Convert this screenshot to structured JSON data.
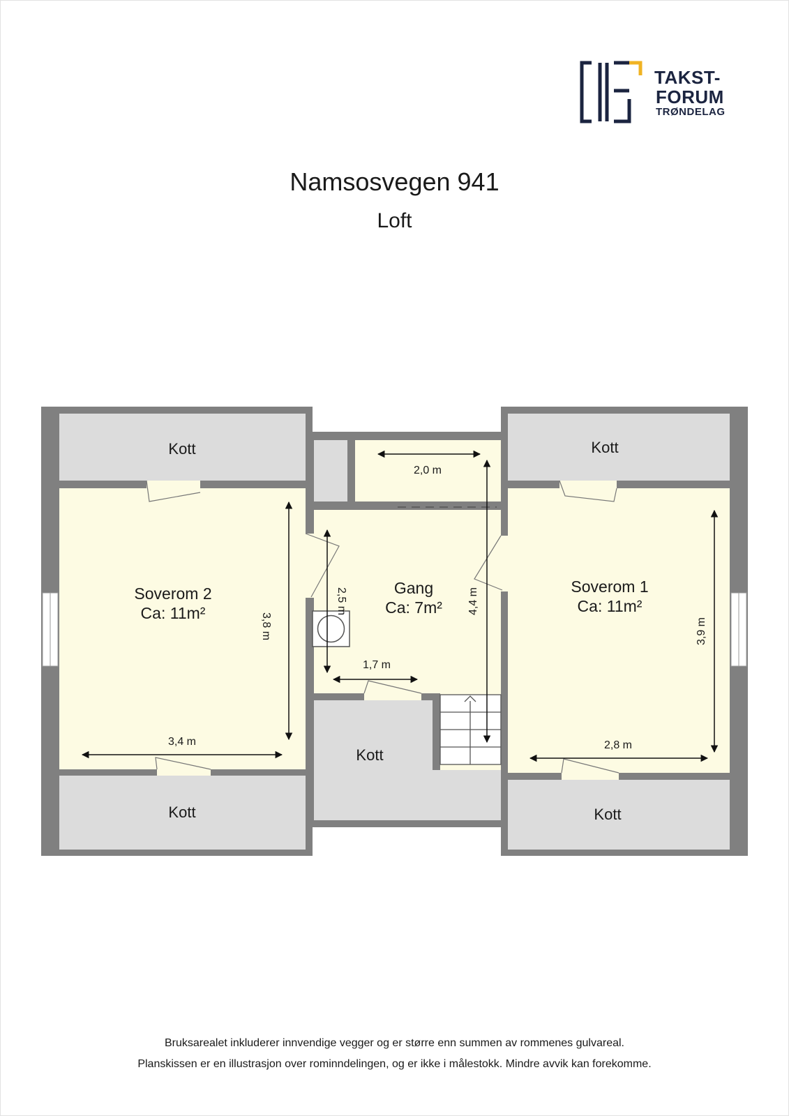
{
  "logo": {
    "line1": "TAKST-",
    "line2": "FORUM",
    "line3": "TRØNDELAG",
    "colors": {
      "navy": "#1b2440",
      "gold": "#f0b323"
    }
  },
  "header": {
    "title": "Namsosvegen 941",
    "subtitle": "Loft"
  },
  "floorplan": {
    "colors": {
      "wall": "#808080",
      "room": "#fdfbe3",
      "storage": "#dcdcdc",
      "dimension": "#111111"
    },
    "rooms": {
      "kott_top_left": "Kott",
      "kott_top_right": "Kott",
      "kott_bottom_left": "Kott",
      "kott_bottom_center": "Kott",
      "kott_bottom_right": "Kott",
      "soverom2_name": "Soverom 2",
      "soverom2_area": "Ca: 11m²",
      "gang_name": "Gang",
      "gang_area": "Ca: 7m²",
      "soverom1_name": "Soverom 1",
      "soverom1_area": "Ca: 11m²"
    },
    "dimensions": {
      "soverom2_width": "3,4 m",
      "soverom2_depth": "3,8 m",
      "gang_top_width": "2,0 m",
      "gang_side": "2,5 m",
      "gang_width": "1,7 m",
      "gang_length": "4,4 m",
      "soverom1_width": "2,8 m",
      "soverom1_depth": "3,9 m"
    }
  },
  "footer": {
    "line1": "Bruksarealet inkluderer innvendige vegger og er større enn summen av rommenes gulvareal.",
    "line2": "Planskissen er en illustrasjon over rominndelingen, og er ikke i målestokk. Mindre avvik kan forekomme."
  }
}
